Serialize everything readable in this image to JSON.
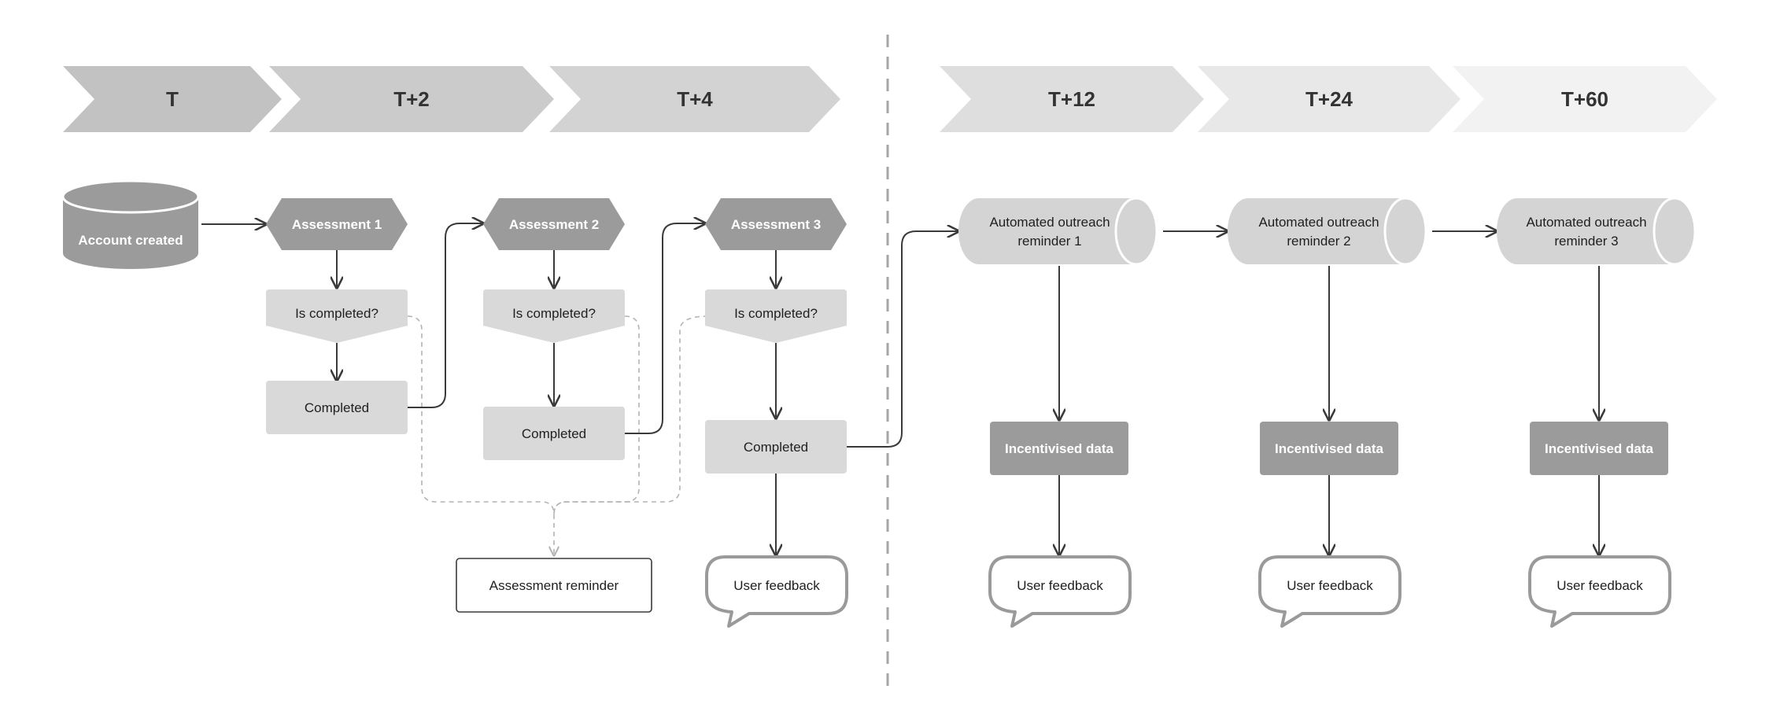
{
  "phases": [
    {
      "label": "T",
      "fill": "#c2c2c2"
    },
    {
      "label": "T+2",
      "fill": "#cbcbcb"
    },
    {
      "label": "T+4",
      "fill": "#d3d3d3"
    },
    {
      "label": "T+12",
      "fill": "#dedede"
    },
    {
      "label": "T+24",
      "fill": "#e8e8e8"
    },
    {
      "label": "T+60",
      "fill": "#f2f2f2"
    }
  ],
  "nodes": {
    "account_created": "Account created",
    "assessments": [
      "Assessment 1",
      "Assessment 2",
      "Assessment 3"
    ],
    "is_completed": "Is completed?",
    "completed": "Completed",
    "assessment_reminder": "Assessment reminder",
    "user_feedback": "User feedback",
    "outreach_reminders": [
      [
        "Automated outreach",
        "reminder 1"
      ],
      [
        "Automated outreach",
        "reminder 2"
      ],
      [
        "Automated outreach",
        "reminder 3"
      ]
    ],
    "incentivised_data": "Incentivised data"
  },
  "colors": {
    "dark_node": "#9b9b9b",
    "light_node": "#d9d9d9",
    "cylinder": "#d4d4d4",
    "speech_border": "#9a9a9a",
    "divider": "#a6a6a6"
  }
}
